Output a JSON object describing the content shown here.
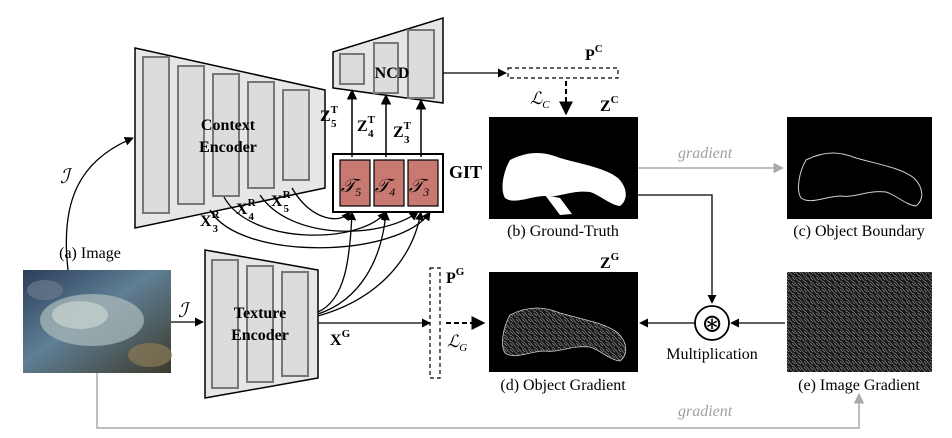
{
  "encoders": {
    "context_line1": "Context",
    "context_line2": "Encoder",
    "texture_line1": "Texture",
    "texture_line2": "Encoder",
    "ncd": "NCD",
    "git": "GIT"
  },
  "math": {
    "input": "ℐ",
    "xr3": "X",
    "xr3_sup": "R",
    "xr3_sub": "3",
    "xr4": "X",
    "xr4_sup": "R",
    "xr4_sub": "4",
    "xr5": "X",
    "xr5_sup": "R",
    "xr5_sub": "5",
    "xg": "X",
    "xg_sup": "G",
    "zt5": "Z",
    "zt5_sup": "T",
    "zt5_sub": "5",
    "zt4": "Z",
    "zt4_sup": "T",
    "zt4_sub": "4",
    "zt3": "Z",
    "zt3_sup": "T",
    "zt3_sub": "3",
    "t5": "𝒯",
    "t5_sub": "5",
    "t4": "𝒯",
    "t4_sub": "4",
    "t3": "𝒯",
    "t3_sub": "3",
    "pc": "P",
    "pc_sup": "C",
    "pg": "P",
    "pg_sup": "G",
    "lc": "ℒ",
    "lc_sub": "C",
    "lg": "ℒ",
    "lg_sub": "G",
    "zc": "Z",
    "zc_sup": "C",
    "zg": "Z",
    "zg_sup": "G",
    "mult_symbol": "⊛"
  },
  "captions": {
    "image": "(a) Image",
    "ground_truth": "(b) Ground-Truth",
    "object_boundary": "(c) Object Boundary",
    "object_gradient": "(d) Object Gradient",
    "image_gradient": "(e) Image Gradient",
    "multiplication": "Multiplication",
    "gradient_top": "gradient",
    "gradient_bottom": "gradient"
  },
  "colors": {
    "encoder_fill": "#e6e6e6",
    "git_block": "#c87a72",
    "arrow_gray": "#aaaaaa"
  }
}
